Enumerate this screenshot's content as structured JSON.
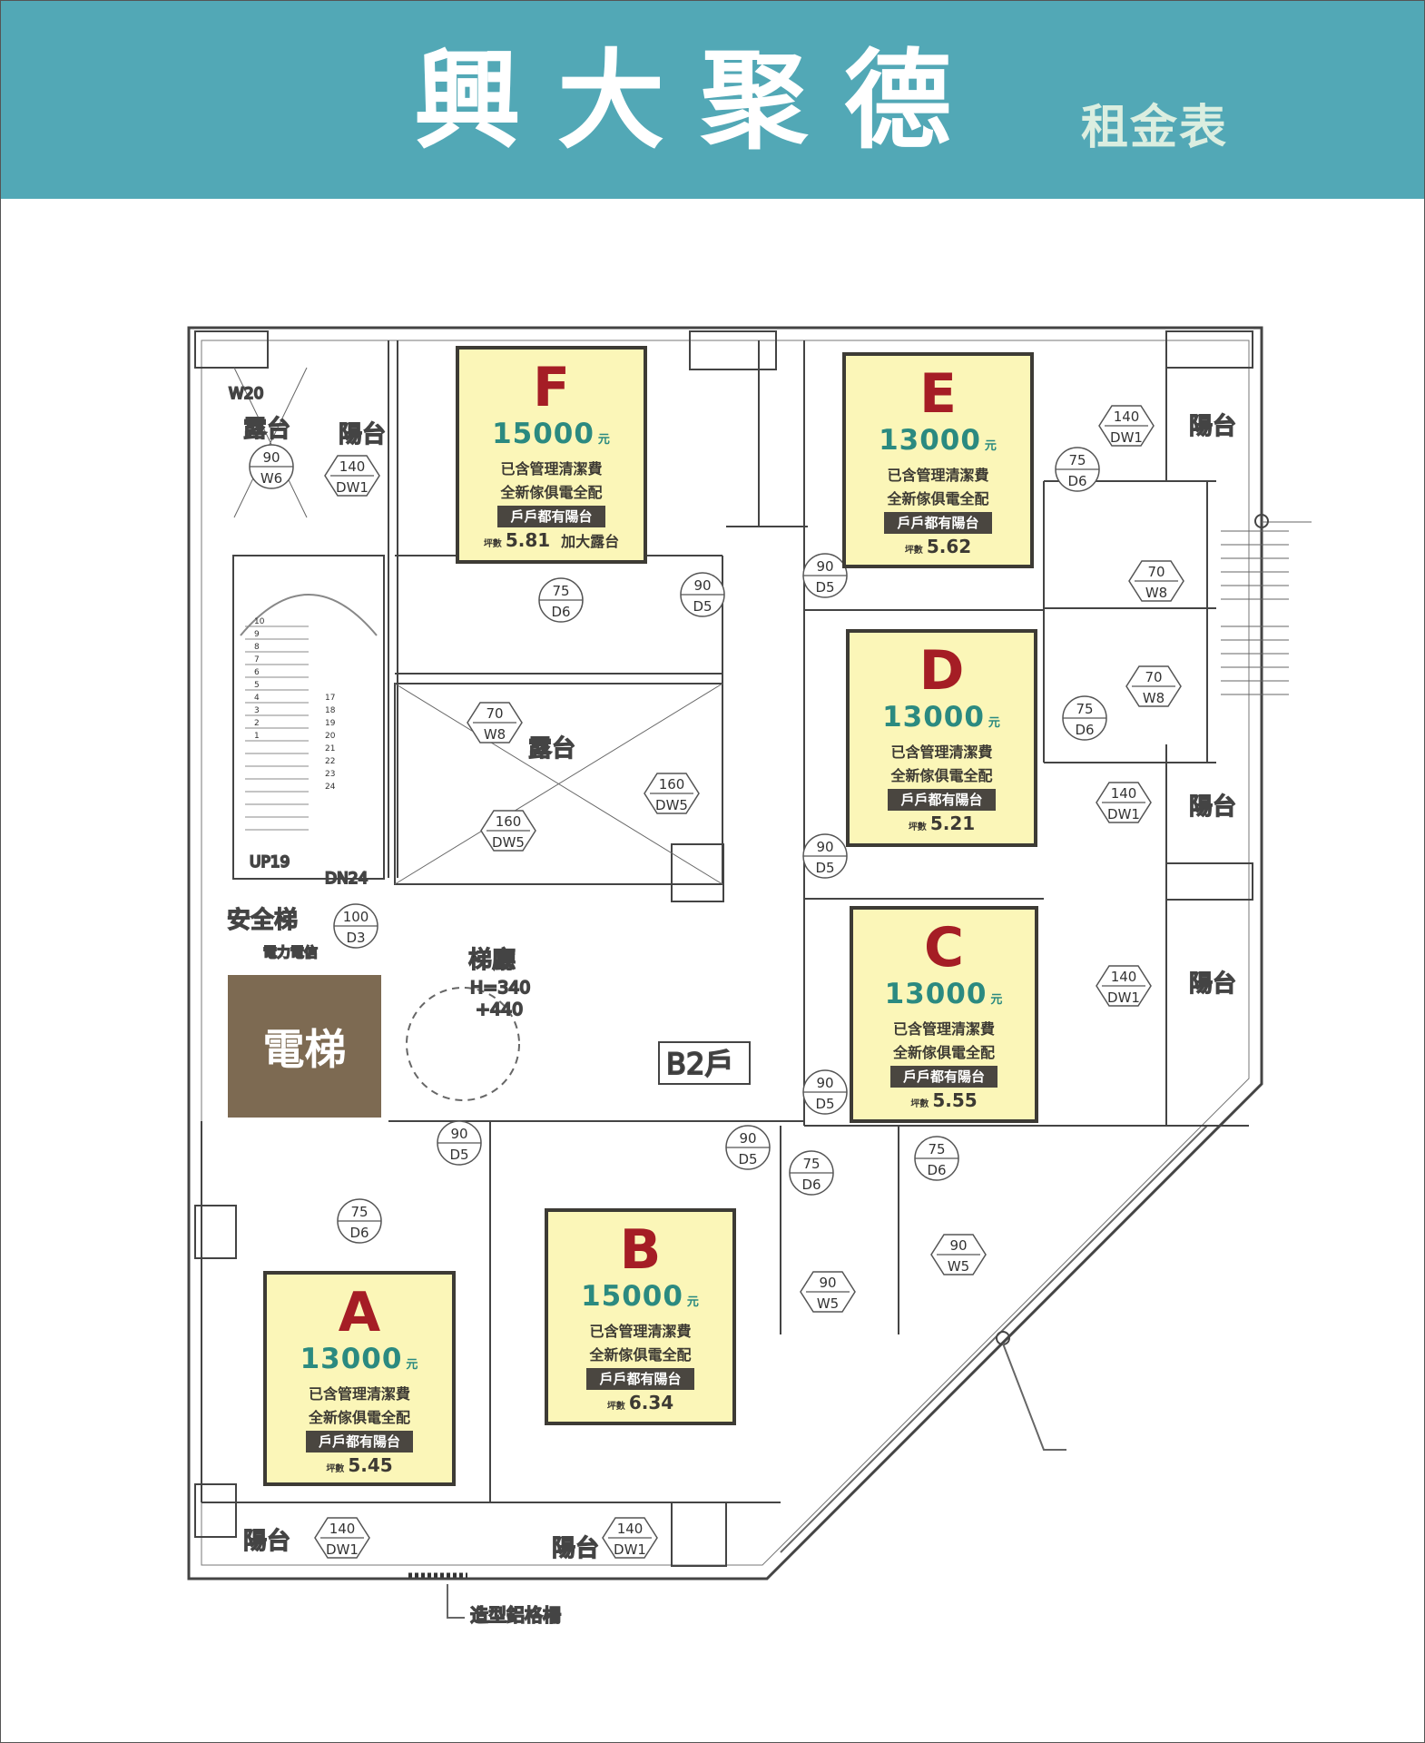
{
  "header": {
    "title": "興大聚德",
    "subtitle": "租金表"
  },
  "colors": {
    "header": "#52a8b6",
    "card": "#fbf6b8",
    "letter": "#a51d25",
    "price": "#2b8a80",
    "elevator": "#7d6a52"
  },
  "units": [
    {
      "letter": "F",
      "price": "15000",
      "yuan": "元",
      "line1": "已含管理清潔費",
      "line2": "全新傢俱電全配",
      "band": "戶戶都有陽台",
      "area_label": "坪數",
      "area": "5.81",
      "extra": "加大露台"
    },
    {
      "letter": "E",
      "price": "13000",
      "yuan": "元",
      "line1": "已含管理清潔費",
      "line2": "全新傢俱電全配",
      "band": "戶戶都有陽台",
      "area_label": "坪數",
      "area": "5.62"
    },
    {
      "letter": "D",
      "price": "13000",
      "yuan": "元",
      "line1": "已含管理清潔費",
      "line2": "全新傢俱電全配",
      "band": "戶戶都有陽台",
      "area_label": "坪數",
      "area": "5.21"
    },
    {
      "letter": "C",
      "price": "13000",
      "yuan": "元",
      "line1": "已含管理清潔費",
      "line2": "全新傢俱電全配",
      "band": "戶戶都有陽台",
      "area_label": "坪數",
      "area": "5.55"
    },
    {
      "letter": "B",
      "price": "15000",
      "yuan": "元",
      "line1": "已含管理清潔費",
      "line2": "全新傢俱電全配",
      "band": "戶戶都有陽台",
      "area_label": "坪數",
      "area": "6.34"
    },
    {
      "letter": "A",
      "price": "13000",
      "yuan": "元",
      "line1": "已含管理清潔費",
      "line2": "全新傢俱電全配",
      "band": "戶戶都有陽台",
      "area_label": "坪數",
      "area": "5.45"
    }
  ],
  "elevator": "電梯",
  "labels": {
    "balcony": "陽台",
    "terrace": "露台",
    "fire_stair": "安全梯",
    "power_telecom": "電力電信",
    "lobby": "梯廳",
    "height1": "H=340",
    "height2": "+440",
    "unit_b2": "B2戶",
    "up": "UP19",
    "down": "DN24",
    "w20": "W20",
    "grille": "造型鋁格柵"
  },
  "stair_numbers_left": [
    "10",
    "9",
    "8",
    "7",
    "6",
    "5",
    "4",
    "3",
    "2",
    "1"
  ],
  "stair_numbers_right": [
    "17",
    "18",
    "19",
    "20",
    "21",
    "22",
    "23",
    "24"
  ],
  "tags": [
    {
      "top": "90",
      "bottom": "W6"
    },
    {
      "top": "140",
      "bottom": "DW1"
    },
    {
      "top": "75",
      "bottom": "D6"
    },
    {
      "top": "90",
      "bottom": "D5"
    },
    {
      "top": "90",
      "bottom": "D5"
    },
    {
      "top": "75",
      "bottom": "D6"
    },
    {
      "top": "140",
      "bottom": "DW1"
    },
    {
      "top": "70",
      "bottom": "W8"
    },
    {
      "top": "70",
      "bottom": "W8"
    },
    {
      "top": "75",
      "bottom": "D6"
    },
    {
      "top": "140",
      "bottom": "DW1"
    },
    {
      "top": "70",
      "bottom": "W8"
    },
    {
      "top": "160",
      "bottom": "DW5"
    },
    {
      "top": "160",
      "bottom": "DW5"
    },
    {
      "top": "90",
      "bottom": "D5"
    },
    {
      "top": "100",
      "bottom": "D3"
    },
    {
      "top": "140",
      "bottom": "DW1"
    },
    {
      "top": "90",
      "bottom": "D5"
    },
    {
      "top": "90",
      "bottom": "D5"
    },
    {
      "top": "90",
      "bottom": "D5"
    },
    {
      "top": "75",
      "bottom": "D6"
    },
    {
      "top": "75",
      "bottom": "D6"
    },
    {
      "top": "75",
      "bottom": "D6"
    },
    {
      "top": "90",
      "bottom": "W5"
    },
    {
      "top": "90",
      "bottom": "W5"
    },
    {
      "top": "140",
      "bottom": "DW1"
    },
    {
      "top": "140",
      "bottom": "DW1"
    }
  ]
}
